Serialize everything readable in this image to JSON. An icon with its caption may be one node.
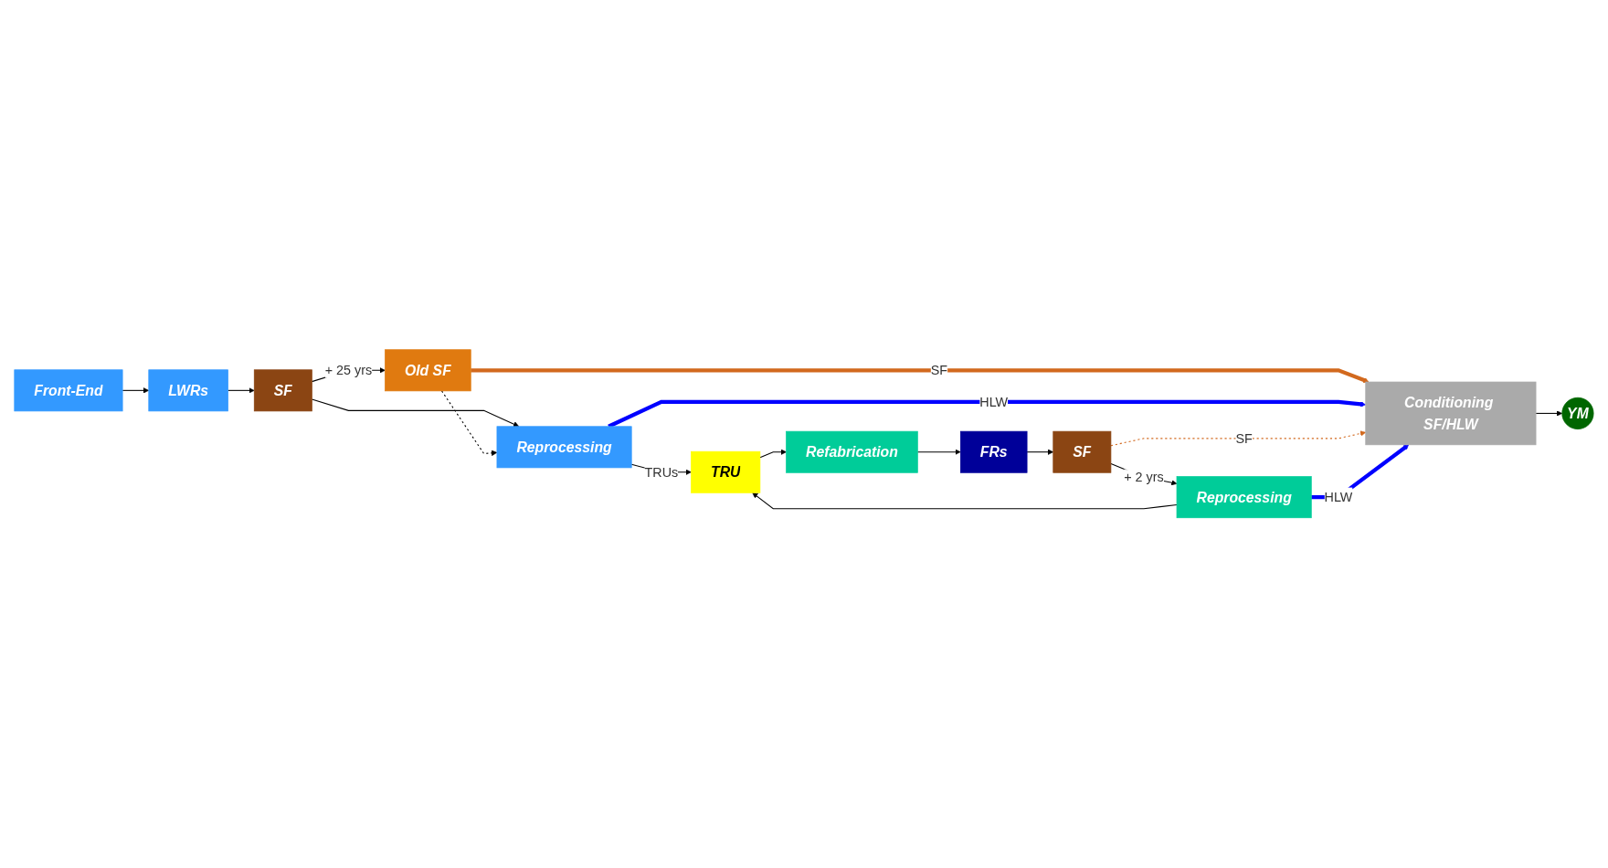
{
  "diagram": {
    "nodes": [
      {
        "text": [
          "Front-End"
        ]
      },
      {
        "text": [
          "LWRs"
        ]
      },
      {
        "text": [
          "SF"
        ]
      },
      {
        "text": [
          "Old SF"
        ]
      },
      {
        "text": [
          "Reprocessing"
        ]
      },
      {
        "text": [
          "TRU"
        ]
      },
      {
        "text": [
          "Refabrication"
        ]
      },
      {
        "text": [
          "FRs"
        ]
      },
      {
        "text": [
          "SF"
        ]
      },
      {
        "text": [
          "Reprocessing"
        ]
      },
      {
        "text": [
          "Conditioning SF/HLW"
        ]
      },
      {
        "text": [
          "YM"
        ]
      }
    ],
    "edges": [
      {
        "from": 0,
        "to": 1,
        "arrow": "to"
      },
      {
        "from": 1,
        "to": 2,
        "arrow": "to"
      },
      {
        "from": 2,
        "to": 3,
        "arrow": "to",
        "label": "+ 25 yrs"
      },
      {
        "from": 2,
        "to": 4,
        "arrow": "to"
      },
      {
        "from": 3,
        "to": 4,
        "arrow": "to",
        "style": "dashed"
      },
      {
        "from": 3,
        "to": 10,
        "arrow": "to",
        "label": "SF",
        "style": "thick",
        "color": "#d2691e"
      },
      {
        "from": 4,
        "to": 5,
        "arrow": "to",
        "label": "TRUs"
      },
      {
        "from": 4,
        "to": 10,
        "arrow": "to",
        "label": "HLW",
        "style": "thick",
        "color": "#0000ff"
      },
      {
        "from": 5,
        "to": 6,
        "arrow": "to"
      },
      {
        "from": 6,
        "to": 7,
        "arrow": "to"
      },
      {
        "from": 7,
        "to": 8,
        "arrow": "to"
      },
      {
        "from": 8,
        "to": 10,
        "arrow": "to",
        "label": "SF",
        "style": "dashed",
        "color": "#d2691e"
      },
      {
        "from": 8,
        "to": 9,
        "arrow": "to",
        "label": "+ 2 yrs"
      },
      {
        "from": 9,
        "to": 5,
        "arrow": "to"
      },
      {
        "from": 9,
        "to": 10,
        "arrow": "to",
        "label": "HLW",
        "style": "thick",
        "color": "#0000ff"
      },
      {
        "from": 10,
        "to": 11,
        "arrow": "to"
      }
    ]
  }
}
